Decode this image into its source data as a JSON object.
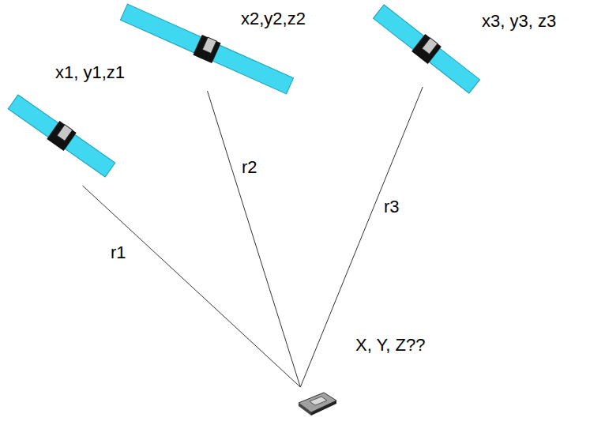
{
  "diagram": {
    "nodes": [
      {
        "text": [
          "x1, y1,z1"
        ]
      },
      {
        "text": [
          "x2,y2,z2"
        ]
      },
      {
        "text": [
          "x3, y3, z3"
        ]
      },
      {
        "text": [
          "X, Y, Z??"
        ]
      }
    ],
    "edges": [
      {
        "from": 0,
        "to": 3,
        "arrow": "none",
        "label": "r1"
      },
      {
        "from": 1,
        "to": 3,
        "arrow": "none",
        "label": "r2"
      },
      {
        "from": 2,
        "to": 3,
        "arrow": "none",
        "label": "r3"
      }
    ]
  }
}
